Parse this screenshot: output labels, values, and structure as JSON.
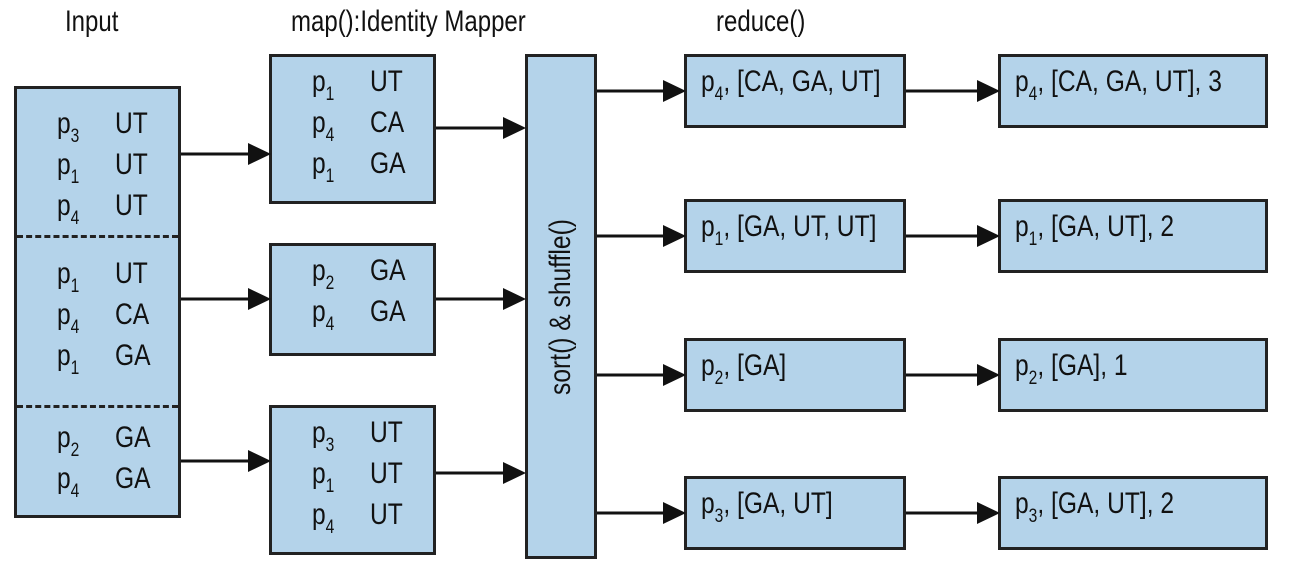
{
  "titles": {
    "input": "Input",
    "map": "map():Identity Mapper",
    "reduce": "reduce()"
  },
  "input_sections": [
    {
      "rows": [
        {
          "p": "p",
          "sub": "3",
          "v": "UT"
        },
        {
          "p": "p",
          "sub": "1",
          "v": "UT"
        },
        {
          "p": "p",
          "sub": "4",
          "v": "UT"
        }
      ]
    },
    {
      "rows": [
        {
          "p": "p",
          "sub": "1",
          "v": "UT"
        },
        {
          "p": "p",
          "sub": "4",
          "v": "CA"
        },
        {
          "p": "p",
          "sub": "1",
          "v": "GA"
        }
      ]
    },
    {
      "rows": [
        {
          "p": "p",
          "sub": "2",
          "v": "GA"
        },
        {
          "p": "p",
          "sub": "4",
          "v": "GA"
        }
      ]
    }
  ],
  "map_boxes": [
    {
      "rows": [
        {
          "p": "p",
          "sub": "1",
          "v": "UT"
        },
        {
          "p": "p",
          "sub": "4",
          "v": "CA"
        },
        {
          "p": "p",
          "sub": "1",
          "v": "GA"
        }
      ]
    },
    {
      "rows": [
        {
          "p": "p",
          "sub": "2",
          "v": "GA"
        },
        {
          "p": "p",
          "sub": "4",
          "v": "GA"
        }
      ]
    },
    {
      "rows": [
        {
          "p": "p",
          "sub": "3",
          "v": "UT"
        },
        {
          "p": "p",
          "sub": "1",
          "v": "UT"
        },
        {
          "p": "p",
          "sub": "4",
          "v": "UT"
        }
      ]
    }
  ],
  "shuffle_label": "sort() & shuffle()",
  "reduce_inputs": [
    {
      "p": "p",
      "sub": "4",
      "rest": ", [CA, GA, UT]"
    },
    {
      "p": "p",
      "sub": "1",
      "rest": ", [GA, UT, UT]"
    },
    {
      "p": "p",
      "sub": "2",
      "rest": ", [GA]"
    },
    {
      "p": "p",
      "sub": "3",
      "rest": ", [GA, UT]"
    }
  ],
  "reduce_outputs": [
    {
      "p": "p",
      "sub": "4",
      "rest": ", [CA, GA, UT], 3"
    },
    {
      "p": "p",
      "sub": "1",
      "rest": ", [GA, UT], 2"
    },
    {
      "p": "p",
      "sub": "2",
      "rest": ", [GA], 1"
    },
    {
      "p": "p",
      "sub": "3",
      "rest": ", [GA, UT], 2"
    }
  ],
  "colors": {
    "box_fill": "#b4d3ea",
    "stroke": "#222222"
  }
}
